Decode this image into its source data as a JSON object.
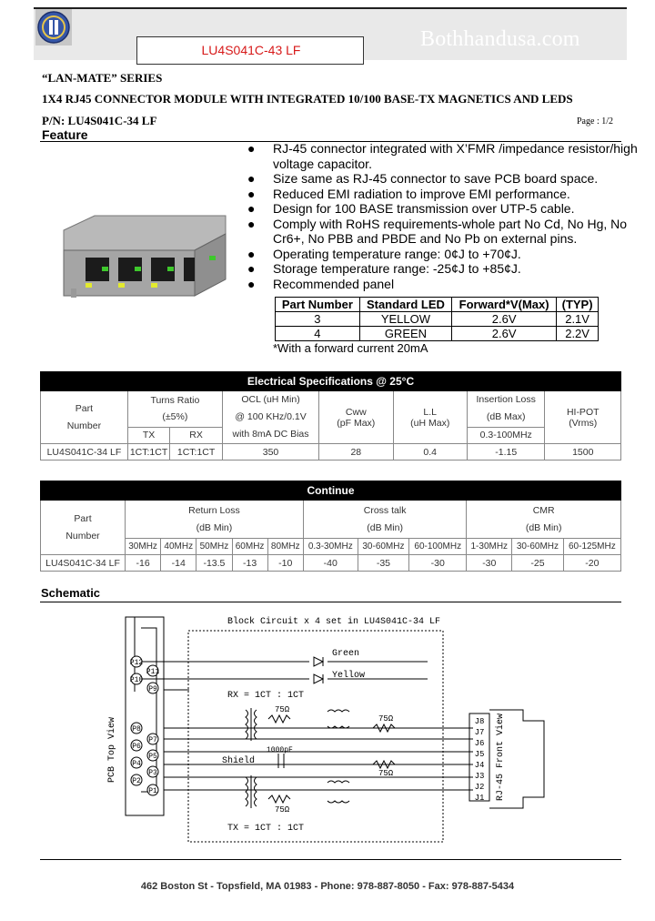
{
  "header": {
    "part_number": "LU4S041C-43 LF",
    "site": "Bothhandusa.com"
  },
  "title_block": {
    "series": "“LAN-MATE” SERIES",
    "description": "1X4 RJ45 CONNECTOR MODULE WITH INTEGRATED 10/100 BASE-TX MAGNETICS AND LEDS",
    "pn": "P/N: LU4S041C-34 LF",
    "page": "Page : 1/2"
  },
  "feature": {
    "heading": "Feature",
    "items": [
      "RJ-45 connector integrated with X’FMR /impedance resistor/high voltage capacitor.",
      "Size same as RJ-45 connector to save PCB board space.",
      "Reduced EMI radiation to improve EMI performance.",
      "Design for 100 BASE transmission over UTP-5 cable.",
      "Comply with RoHS requirements-whole part No Cd, No Hg, No Cr6+, No PBB and PBDE and No Pb on external pins.",
      "Operating temperature range: 0¢J  to +70¢J.",
      "Storage temperature range: -25¢J to +85¢J.",
      "Recommended panel"
    ],
    "bullet": "●"
  },
  "led_table": {
    "headers": [
      "Part Number",
      "Standard LED",
      "Forward*V(Max)",
      "(TYP)"
    ],
    "rows": [
      [
        "3",
        "YELLOW",
        "2.6V",
        "2.1V"
      ],
      [
        "4",
        "GREEN",
        "2.6V",
        "2.2V"
      ]
    ],
    "note": "*With a forward current 20mA"
  },
  "electrical": {
    "title": "Electrical Specifications @ 25°C",
    "part_label": [
      "Part",
      "Number"
    ],
    "turns_ratio": [
      "Turns Ratio",
      "(±5%)"
    ],
    "tx": "TX",
    "rx": "RX",
    "ocl": [
      "OCL (uH Min)",
      "@ 100 KHz/0.1V",
      "with 8mA DC Bias"
    ],
    "cww": [
      "Cww",
      "(pF Max)"
    ],
    "ll": [
      "L.L",
      "(uH Max)"
    ],
    "insertion": [
      "Insertion Loss",
      "(dB Max)",
      "0.3-100MHz"
    ],
    "hipot": [
      "HI-POT",
      "(Vrms)"
    ],
    "row": [
      "LU4S041C-34  LF",
      "1CT:1CT",
      "1CT:1CT",
      "350",
      "28",
      "0.4",
      "-1.15",
      "1500"
    ]
  },
  "continue": {
    "title": "Continue",
    "part_label": [
      "Part",
      "Number"
    ],
    "return_loss": [
      "Return Loss",
      "(dB Min)"
    ],
    "cross_talk": [
      "Cross talk",
      "(dB Min)"
    ],
    "cmr": [
      "CMR",
      "(dB Min)"
    ],
    "freqs": [
      "30MHz",
      "40MHz",
      "50MHz",
      "60MHz",
      "80MHz",
      "0.3-30MHz",
      "30-60MHz",
      "60-100MHz",
      "1-30MHz",
      "30-60MHz",
      "60-125MHz"
    ],
    "row": [
      "LU4S041C-34 LF",
      "-16",
      "-14",
      "-13.5",
      "-13",
      "-10",
      "-40",
      "-35",
      "-30",
      "-30",
      "-25",
      "-20"
    ]
  },
  "schematic": {
    "heading": "Schematic",
    "block_title": "Block Circuit  x 4 set in LU4S041C-34 LF",
    "green": "Green",
    "yellow": "Yellow",
    "rx": "RX = 1CT : 1CT",
    "tx": "TX = 1CT : 1CT",
    "r1": "75Ω",
    "r2": "75Ω",
    "r3": "75Ω",
    "r4": "75Ω",
    "shield": "Shield",
    "cap": "1000pF",
    "pcb_view": "PCB Top View",
    "rj_view": "RJ-45 Front View",
    "pins": [
      "P12",
      "P11",
      "P10",
      "P9",
      "P8",
      "P7",
      "P6",
      "P5",
      "P4",
      "P3",
      "P2",
      "P1"
    ],
    "jacks": [
      "J8",
      "J7",
      "J6",
      "J5",
      "J4",
      "J3",
      "J2",
      "J1"
    ]
  },
  "footer": "462 Boston St - Topsfield, MA 01983 - Phone: 978-887-8050 - Fax: 978-887-5434"
}
